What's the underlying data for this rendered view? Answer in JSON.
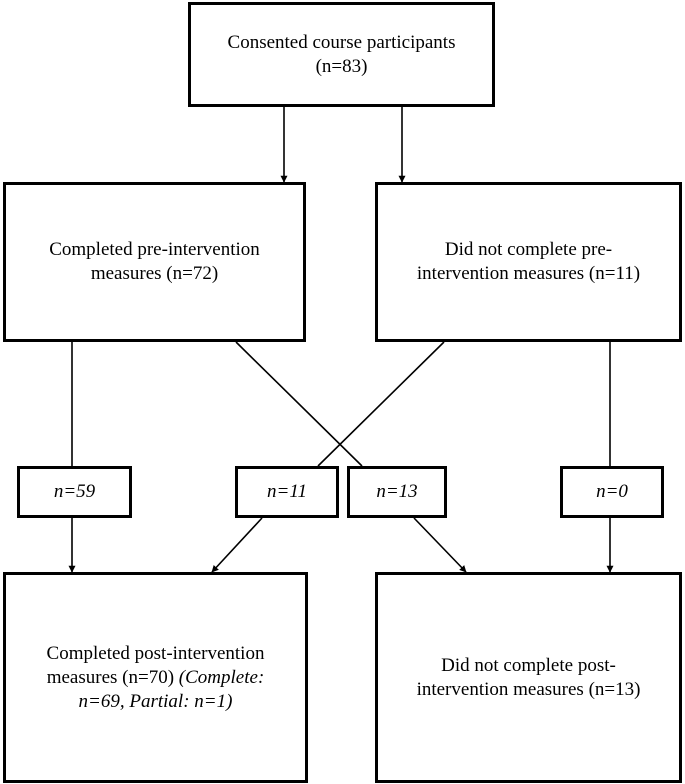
{
  "top": {
    "line1": "Consented course participants",
    "line2": "(n=83)"
  },
  "pre_completed": {
    "line1": "Completed pre-intervention",
    "line2": "measures (n=72)"
  },
  "pre_not_completed": {
    "line1": "Did not complete pre-",
    "line2": "intervention measures (n=11)"
  },
  "flows": {
    "a": "n=59",
    "b": "n=11",
    "c": "n=13",
    "d": "n=0"
  },
  "post_completed": {
    "line1": "Completed post-intervention",
    "line2": "measures (n=70)",
    "note1": "(Complete:",
    "note2": "n=69, Partial: n=1)"
  },
  "post_not_completed": {
    "line1": "Did not complete post-",
    "line2": "intervention measures (n=13)"
  }
}
